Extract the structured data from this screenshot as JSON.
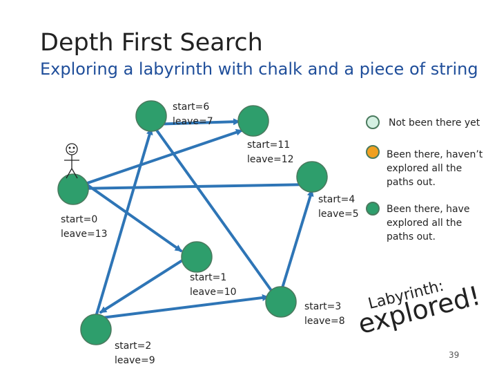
{
  "slide": {
    "title": "Depth First Search",
    "subtitle": "Exploring a labyrinth with chalk and a piece of string",
    "page_number": "39"
  },
  "nodes": [
    {
      "id": "n6",
      "start": "start=6",
      "leave": "leave=7"
    },
    {
      "id": "n7",
      "start": "",
      "leave": ""
    },
    {
      "id": "n11",
      "start": "start=11",
      "leave": "leave=12"
    },
    {
      "id": "n0",
      "start": "start=0",
      "leave": "leave=13"
    },
    {
      "id": "n4",
      "start": "start=4",
      "leave": "leave=5"
    },
    {
      "id": "n1",
      "start": "start=1",
      "leave": "leave=10"
    },
    {
      "id": "n3",
      "start": "start=3",
      "leave": "leave=8"
    },
    {
      "id": "n2",
      "start": "start=2",
      "leave": "leave=9"
    }
  ],
  "legend": [
    {
      "color": "#d4f0e2",
      "text_lines": [
        "Not been there yet"
      ]
    },
    {
      "color": "#f0a020",
      "text_lines": [
        "Been there, haven’t",
        "explored all the",
        "paths out."
      ]
    },
    {
      "color": "#2e9e6c",
      "text_lines": [
        "Been there, have",
        "explored all the",
        "paths out."
      ]
    }
  ],
  "annotation": {
    "line1": "Labyrinth:",
    "line2": "explored!"
  },
  "colors": {
    "node_fill": "#2e9e6c",
    "node_stroke": "#4a7a5e",
    "edge": "#2e75b6",
    "subtitle": "#1f4e9a"
  }
}
